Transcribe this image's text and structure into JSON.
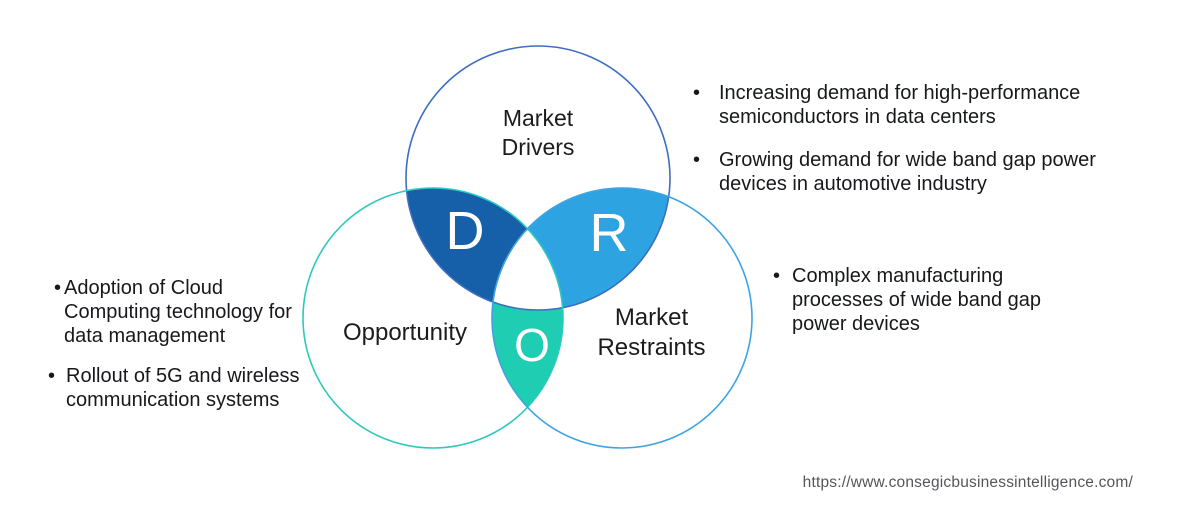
{
  "page": {
    "source_url": "https://www.consegicbusinessintelligence.com/",
    "background_color": "#ffffff",
    "bullet_glyph": "•"
  },
  "venn": {
    "drivers": {
      "label_lines": [
        "Market",
        "Drivers"
      ],
      "outline_color": "#3D6EBF"
    },
    "opportunity": {
      "label_lines": [
        "Opportunity"
      ],
      "outline_color": "#2EC9BE"
    },
    "restraints": {
      "label_lines": [
        "Market",
        "Restraints"
      ],
      "outline_color": "#3FA3E3"
    },
    "overlaps": {
      "drivers_opportunity": {
        "letter": "D",
        "fill_color": "#1560A8"
      },
      "drivers_restraints": {
        "letter": "R",
        "fill_color": "#2EA3E1"
      },
      "opportunity_restraints": {
        "letter": "O",
        "fill_color": "#1FCDB2"
      }
    }
  },
  "notes": {
    "drivers": [
      {
        "lines": [
          "Increasing demand for high-performance",
          "semiconductors in data centers"
        ]
      },
      {
        "lines": [
          "Growing demand for wide band gap power",
          "devices in automotive industry"
        ]
      }
    ],
    "restraints": [
      {
        "lines": [
          "Complex manufacturing",
          "processes of wide band gap",
          "power devices"
        ]
      }
    ],
    "opportunity": [
      {
        "lines": [
          "Adoption of Cloud",
          "Computing technology for",
          "data management"
        ]
      },
      {
        "lines": [
          "Rollout of 5G and wireless",
          "communication systems"
        ]
      }
    ]
  }
}
